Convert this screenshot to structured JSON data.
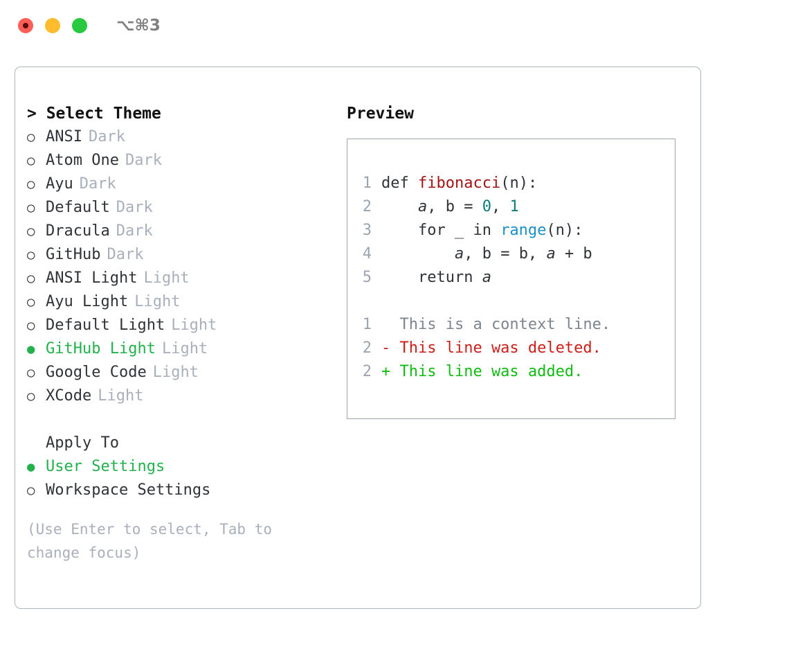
{
  "titlebar": {
    "shortcut": "⌥⌘3",
    "lights": [
      {
        "name": "close",
        "color": "#ff5f56"
      },
      {
        "name": "minimize",
        "color": "#ffbd2e"
      },
      {
        "name": "maximize",
        "color": "#27c93f"
      }
    ]
  },
  "theme_picker": {
    "heading": "> Select Theme",
    "marker_unselected": "○",
    "marker_selected": "●",
    "items": [
      {
        "label": "ANSI",
        "badge": "Dark",
        "selected": false
      },
      {
        "label": "Atom One",
        "badge": "Dark",
        "selected": false
      },
      {
        "label": "Ayu",
        "badge": "Dark",
        "selected": false
      },
      {
        "label": "Default",
        "badge": "Dark",
        "selected": false
      },
      {
        "label": "Dracula",
        "badge": "Dark",
        "selected": false
      },
      {
        "label": "GitHub",
        "badge": "Dark",
        "selected": false
      },
      {
        "label": "ANSI Light",
        "badge": "Light",
        "selected": false
      },
      {
        "label": "Ayu Light",
        "badge": "Light",
        "selected": false
      },
      {
        "label": "Default Light",
        "badge": "Light",
        "selected": false
      },
      {
        "label": "GitHub Light",
        "badge": "Light",
        "selected": true
      },
      {
        "label": "Google Code",
        "badge": "Light",
        "selected": false
      },
      {
        "label": "XCode",
        "badge": "Light",
        "selected": false
      }
    ]
  },
  "apply_to": {
    "heading": "Apply To",
    "items": [
      {
        "label": "User Settings",
        "selected": true
      },
      {
        "label": "Workspace Settings",
        "selected": false
      }
    ]
  },
  "hint": "(Use Enter to select, Tab to change focus)",
  "preview": {
    "heading": "Preview",
    "code_lines": [
      {
        "num": "1",
        "segments": [
          {
            "text": "def ",
            "kind": "plain"
          },
          {
            "text": "fibonacci",
            "kind": "fn"
          },
          {
            "text": "(n):",
            "kind": "plain"
          }
        ]
      },
      {
        "num": "2",
        "segments": [
          {
            "text": "    ",
            "kind": "plain"
          },
          {
            "text": "a",
            "kind": "var"
          },
          {
            "text": ", b = ",
            "kind": "plain"
          },
          {
            "text": "0",
            "kind": "num"
          },
          {
            "text": ", ",
            "kind": "plain"
          },
          {
            "text": "1",
            "kind": "num"
          }
        ]
      },
      {
        "num": "3",
        "segments": [
          {
            "text": "    for _ in ",
            "kind": "plain"
          },
          {
            "text": "range",
            "kind": "call"
          },
          {
            "text": "(n):",
            "kind": "plain"
          }
        ]
      },
      {
        "num": "4",
        "segments": [
          {
            "text": "        ",
            "kind": "plain"
          },
          {
            "text": "a",
            "kind": "var"
          },
          {
            "text": ", b = b, ",
            "kind": "plain"
          },
          {
            "text": "a",
            "kind": "var"
          },
          {
            "text": " + b",
            "kind": "plain"
          }
        ]
      },
      {
        "num": "5",
        "segments": [
          {
            "text": "    return ",
            "kind": "plain"
          },
          {
            "text": "a",
            "kind": "var"
          }
        ]
      }
    ],
    "diff_lines": [
      {
        "num": "1",
        "marker": " ",
        "text": " This is a context line.",
        "kind": "context"
      },
      {
        "num": "2",
        "marker": "-",
        "text": " This line was deleted.",
        "kind": "deleted"
      },
      {
        "num": "2",
        "marker": "+",
        "text": " This line was added.",
        "kind": "added"
      }
    ]
  },
  "colors": {
    "accent_green": "#22b14c",
    "muted": "#a9b0bb",
    "gutter": "#9aa5b1",
    "border": "#9aa5b1",
    "dialog_border": "#aeb5c0",
    "text": "#2f3337",
    "fn": "#a31515",
    "num": "#0e7c7b",
    "call": "#1b8fc7",
    "diff_del": "#cc1f1a",
    "diff_add": "#11bb11",
    "diff_ctx": "#7d858f"
  }
}
